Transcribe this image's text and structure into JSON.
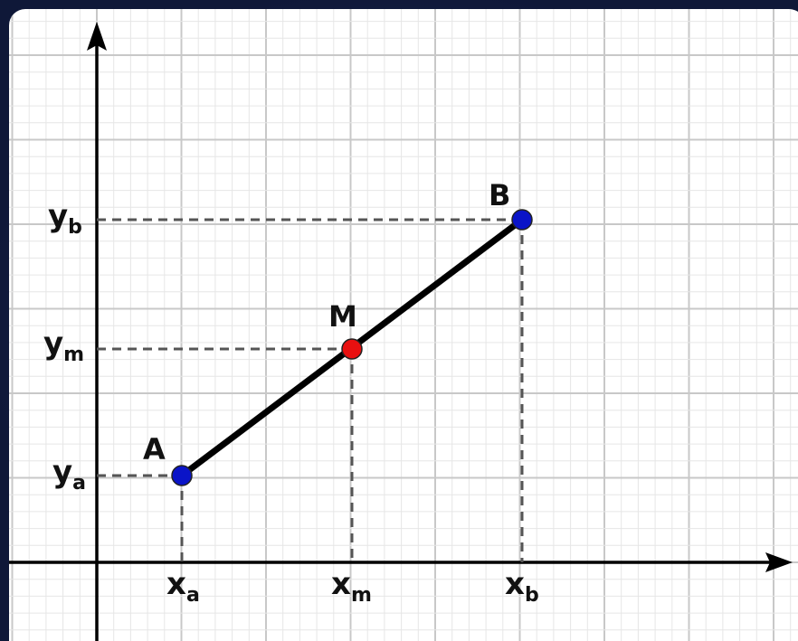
{
  "points": {
    "A": {
      "label": "A",
      "color": "#0a14c8"
    },
    "M": {
      "label": "M",
      "color": "#e81010"
    },
    "B": {
      "label": "B",
      "color": "#0a14c8"
    }
  },
  "x_axis_labels": {
    "xa": {
      "main": "x",
      "sub": "a"
    },
    "xm": {
      "main": "x",
      "sub": "m"
    },
    "xb": {
      "main": "x",
      "sub": "b"
    }
  },
  "y_axis_labels": {
    "ya": {
      "main": "y",
      "sub": "a"
    },
    "ym": {
      "main": "y",
      "sub": "m"
    },
    "yb": {
      "main": "y",
      "sub": "b"
    }
  },
  "colors": {
    "paper": "#ffffff",
    "grid_major": "#c8c8c8",
    "grid_minor": "#e6e6e6",
    "axis": "#000000",
    "segment": "#000000",
    "guide": "#555555"
  }
}
